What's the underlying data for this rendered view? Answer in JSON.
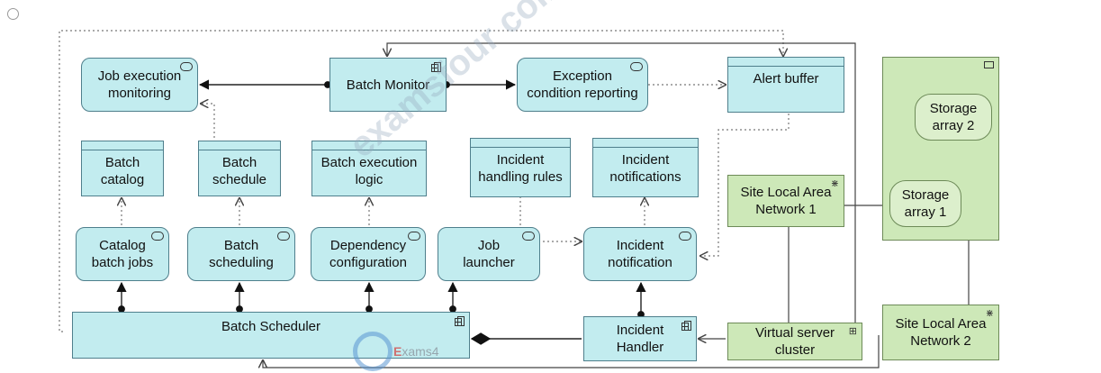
{
  "elements": {
    "job_execution_monitoring": "Job execution\nmonitoring",
    "batch_monitor": "Batch Monitor",
    "exception_condition_reporting": "Exception\ncondition reporting",
    "alert_buffer": "Alert buffer",
    "batch_catalog": "Batch\ncatalog",
    "batch_schedule": "Batch\nschedule",
    "batch_execution_logic": "Batch execution\nlogic",
    "incident_handling_rules": "Incident\nhandling rules",
    "incident_notifications": "Incident\nnotifications",
    "catalog_batch_jobs": "Catalog\nbatch jobs",
    "batch_scheduling": "Batch\nscheduling",
    "dependency_configuration": "Dependency\nconfiguration",
    "job_launcher": "Job\nlauncher",
    "incident_notification": "Incident\nnotification",
    "batch_scheduler": "Batch Scheduler",
    "incident_handler": "Incident\nHandler",
    "site_lan_1": "Site Local Area\nNetwork 1",
    "site_lan_2": "Site Local Area\nNetwork 2",
    "virtual_server_cluster": "Virtual server\ncluster",
    "storage_array_1": "Storage\narray 1",
    "storage_array_2": "Storage\narray 2"
  },
  "watermark": {
    "text": "examsfour collection.com",
    "logo_text_prefix": "E",
    "logo_text": "xams4"
  },
  "colors": {
    "application": "#c2ecef",
    "technology": "#cde8b8",
    "line": "#444444"
  }
}
